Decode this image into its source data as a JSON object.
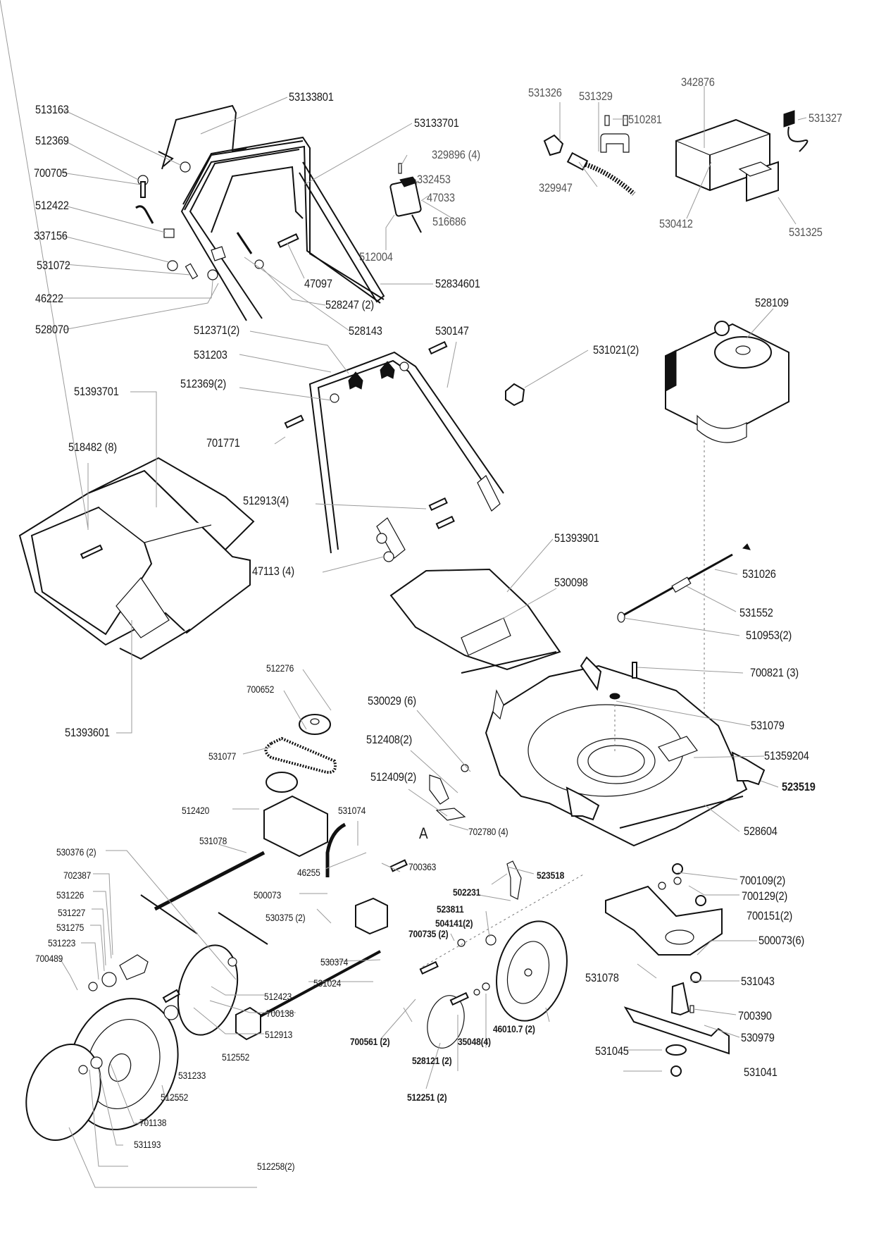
{
  "diagram": {
    "title": "Lawn mower exploded parts diagram",
    "labels": [
      {
        "id": "l1",
        "text": "53133801"
      },
      {
        "id": "l2",
        "text": "513163"
      },
      {
        "id": "l3",
        "text": "53133701"
      },
      {
        "id": "l4",
        "text": "512369"
      },
      {
        "id": "l5",
        "text": "700705"
      },
      {
        "id": "l6",
        "text": "512422"
      },
      {
        "id": "l7",
        "text": "337156"
      },
      {
        "id": "l8",
        "text": "531072"
      },
      {
        "id": "l9",
        "text": "46222"
      },
      {
        "id": "l10",
        "text": "528070"
      },
      {
        "id": "l11",
        "text": "329896 (4)"
      },
      {
        "id": "l12",
        "text": "332453"
      },
      {
        "id": "l13",
        "text": "47033"
      },
      {
        "id": "l14",
        "text": "516686"
      },
      {
        "id": "l15",
        "text": "512004"
      },
      {
        "id": "l16",
        "text": "47097"
      },
      {
        "id": "l17",
        "text": "528247 (2)"
      },
      {
        "id": "l18",
        "text": "52834601"
      },
      {
        "id": "l19",
        "text": "528143"
      },
      {
        "id": "l20",
        "text": "531326"
      },
      {
        "id": "l21",
        "text": "531329"
      },
      {
        "id": "l22",
        "text": "510281"
      },
      {
        "id": "l23",
        "text": "342876"
      },
      {
        "id": "l24",
        "text": "531327"
      },
      {
        "id": "l25",
        "text": "329947"
      },
      {
        "id": "l26",
        "text": "530412"
      },
      {
        "id": "l27",
        "text": "531325"
      },
      {
        "id": "l28",
        "text": "512371(2)"
      },
      {
        "id": "l29",
        "text": "530147"
      },
      {
        "id": "l30",
        "text": "531203"
      },
      {
        "id": "l31",
        "text": "512369(2)"
      },
      {
        "id": "l32",
        "text": "531021(2)"
      },
      {
        "id": "l33",
        "text": "528109"
      },
      {
        "id": "l34",
        "text": "51393701"
      },
      {
        "id": "l35",
        "text": "701771"
      },
      {
        "id": "l36",
        "text": "518482 (8)"
      },
      {
        "id": "l37",
        "text": "512913(4)"
      },
      {
        "id": "l38",
        "text": "47113 (4)"
      },
      {
        "id": "l39",
        "text": "51393901"
      },
      {
        "id": "l40",
        "text": "530098"
      },
      {
        "id": "l41",
        "text": "531026"
      },
      {
        "id": "l42",
        "text": "531552"
      },
      {
        "id": "l43",
        "text": "510953(2)"
      },
      {
        "id": "l44",
        "text": "700821 (3)"
      },
      {
        "id": "l45",
        "text": "51393601"
      },
      {
        "id": "l46",
        "text": "512276"
      },
      {
        "id": "l47",
        "text": "700652"
      },
      {
        "id": "l48",
        "text": "531077"
      },
      {
        "id": "l49",
        "text": "530029 (6)"
      },
      {
        "id": "l50",
        "text": "531079"
      },
      {
        "id": "l51",
        "text": "512408(2)"
      },
      {
        "id": "l52",
        "text": "51359204"
      },
      {
        "id": "l53",
        "text": "523519"
      },
      {
        "id": "l54",
        "text": "512409(2)"
      },
      {
        "id": "l55",
        "text": "512420"
      },
      {
        "id": "l56",
        "text": "531074"
      },
      {
        "id": "l57",
        "text": "531078"
      },
      {
        "id": "l58",
        "text": "702780 (4)"
      },
      {
        "id": "l59",
        "text": "528604"
      },
      {
        "id": "l60",
        "text": "A"
      },
      {
        "id": "l61",
        "text": "530376 (2)"
      },
      {
        "id": "l62",
        "text": "46255"
      },
      {
        "id": "l63",
        "text": "700363"
      },
      {
        "id": "l64",
        "text": "523518"
      },
      {
        "id": "l65",
        "text": "700109(2)"
      },
      {
        "id": "l66",
        "text": "702387"
      },
      {
        "id": "l67",
        "text": "502231"
      },
      {
        "id": "l68",
        "text": "700129(2)"
      },
      {
        "id": "l69",
        "text": "500073"
      },
      {
        "id": "l70",
        "text": "523811"
      },
      {
        "id": "l71",
        "text": "531226"
      },
      {
        "id": "l72",
        "text": "530375 (2)"
      },
      {
        "id": "l73",
        "text": "504141(2)"
      },
      {
        "id": "l74",
        "text": "700151(2)"
      },
      {
        "id": "l75",
        "text": "531227"
      },
      {
        "id": "l76",
        "text": "531275"
      },
      {
        "id": "l77",
        "text": "700735 (2)"
      },
      {
        "id": "l78",
        "text": "500073(6)"
      },
      {
        "id": "l79",
        "text": "531223"
      },
      {
        "id": "l80",
        "text": "530374"
      },
      {
        "id": "l81",
        "text": "531078"
      },
      {
        "id": "l82",
        "text": "700489"
      },
      {
        "id": "l83",
        "text": "531024"
      },
      {
        "id": "l84",
        "text": "531043"
      },
      {
        "id": "l85",
        "text": "512423"
      },
      {
        "id": "l86",
        "text": "700138"
      },
      {
        "id": "l87",
        "text": "700390"
      },
      {
        "id": "l88",
        "text": "512913"
      },
      {
        "id": "l89",
        "text": "46010.7 (2)"
      },
      {
        "id": "l90",
        "text": "530979"
      },
      {
        "id": "l91",
        "text": "512552"
      },
      {
        "id": "l92",
        "text": "700561 (2)"
      },
      {
        "id": "l93",
        "text": "35048(4)"
      },
      {
        "id": "l94",
        "text": "531045"
      },
      {
        "id": "l95",
        "text": "531041"
      },
      {
        "id": "l96",
        "text": "531233"
      },
      {
        "id": "l97",
        "text": "528121 (2)"
      },
      {
        "id": "l98",
        "text": "512552"
      },
      {
        "id": "l99",
        "text": "701138"
      },
      {
        "id": "l100",
        "text": "512251 (2)"
      },
      {
        "id": "l101",
        "text": "531193"
      },
      {
        "id": "l102",
        "text": "512258(2)"
      }
    ]
  }
}
